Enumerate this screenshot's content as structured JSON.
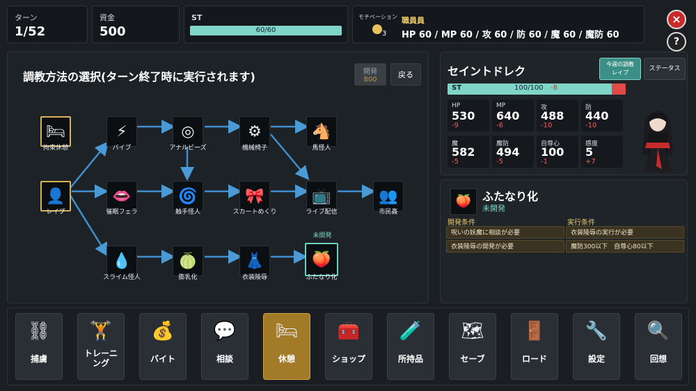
{
  "top_bar": {
    "turn_label": "ターン",
    "turn_value": "1/52",
    "money_label": "資金",
    "money_value": "500",
    "st_label": "ST",
    "st_value": "60/60",
    "st_fill": 1.0,
    "motivation_label": "モチベーション",
    "motivation_value": "3",
    "staff_label": "職員員",
    "staff_stats": "HP 60 / MP 60 / 攻 60 / 防 60 / 魔 60 / 魔防 60",
    "close_icon": "close-icon",
    "help_icon": "help-icon"
  },
  "tree_panel": {
    "title": "調教方法の選択(ターン終了時に実行されます)",
    "develop_label": "開発",
    "develop_cost": "800",
    "back_label": "戻る",
    "locked_caption": "未開発",
    "nodes": [
      {
        "label": "拘束休憩",
        "icon": "🛏"
      },
      {
        "label": "バイブ",
        "icon": "⚡"
      },
      {
        "label": "アナルビーズ",
        "icon": "◎"
      },
      {
        "label": "機械椅子",
        "icon": "⚙"
      },
      {
        "label": "馬怪人",
        "icon": "🐴"
      },
      {
        "label": "レイプ",
        "icon": "👤"
      },
      {
        "label": "催眠フェラ",
        "icon": "👄"
      },
      {
        "label": "触手怪人",
        "icon": "🌀"
      },
      {
        "label": "スカートめくり",
        "icon": "🎀"
      },
      {
        "label": "ライブ配信",
        "icon": "📺"
      },
      {
        "label": "市民姦",
        "icon": "👥"
      },
      {
        "label": "スライム怪人",
        "icon": "💧"
      },
      {
        "label": "膨乳化",
        "icon": "🍈"
      },
      {
        "label": "衣装陵辱",
        "icon": "👗"
      },
      {
        "label": "ふたなり化",
        "icon": "🍑"
      }
    ]
  },
  "character": {
    "name": "セイントドレク",
    "tab_this_week": "今週の調教\nレイプ",
    "tab_status": "ステータス",
    "st_label": "ST",
    "st_value": "100/100",
    "st_delta": "-8",
    "st_fill": 0.92,
    "stats": [
      {
        "name": "HP",
        "value": "530",
        "delta": "-9"
      },
      {
        "name": "MP",
        "value": "640",
        "delta": "-6"
      },
      {
        "name": "攻",
        "value": "488",
        "delta": "-10"
      },
      {
        "name": "防",
        "value": "440",
        "delta": "-10"
      },
      {
        "name": "魔",
        "value": "582",
        "delta": "-5"
      },
      {
        "name": "魔防",
        "value": "494",
        "delta": "-5"
      },
      {
        "name": "自尊心",
        "value": "100",
        "delta": "-1"
      },
      {
        "name": "感度",
        "value": "5",
        "delta": "+7"
      }
    ]
  },
  "detail": {
    "title": "ふたなり化",
    "status": "未開発",
    "dev_cond_label": "開発条件",
    "dev_conds": [
      "呪いの妖魔に相談が必要",
      "衣装陵辱の開発が必要"
    ],
    "exec_cond_label": "実行条件",
    "exec_conds": [
      "衣装陵辱の実行が必要",
      "魔防300以下　自尊心80以下"
    ]
  },
  "bottom_menu": [
    {
      "label": "捕虜",
      "icon": "⛓"
    },
    {
      "label": "トレーニ\nング",
      "icon": "🏋"
    },
    {
      "label": "バイト",
      "icon": "💰"
    },
    {
      "label": "相談",
      "icon": "💬"
    },
    {
      "label": "休憩",
      "icon": "🛏"
    },
    {
      "label": "ショップ",
      "icon": "🧰"
    },
    {
      "label": "所持品",
      "icon": "🧪"
    },
    {
      "label": "セーブ",
      "icon": "🗺"
    },
    {
      "label": "ロード",
      "icon": "🚪"
    },
    {
      "label": "設定",
      "icon": "🔧"
    },
    {
      "label": "回想",
      "icon": "🔍"
    }
  ],
  "colors": {
    "accent_gold": "#d7b35a",
    "teal": "#5fbfae",
    "delta_red": "#ff5a5a"
  }
}
